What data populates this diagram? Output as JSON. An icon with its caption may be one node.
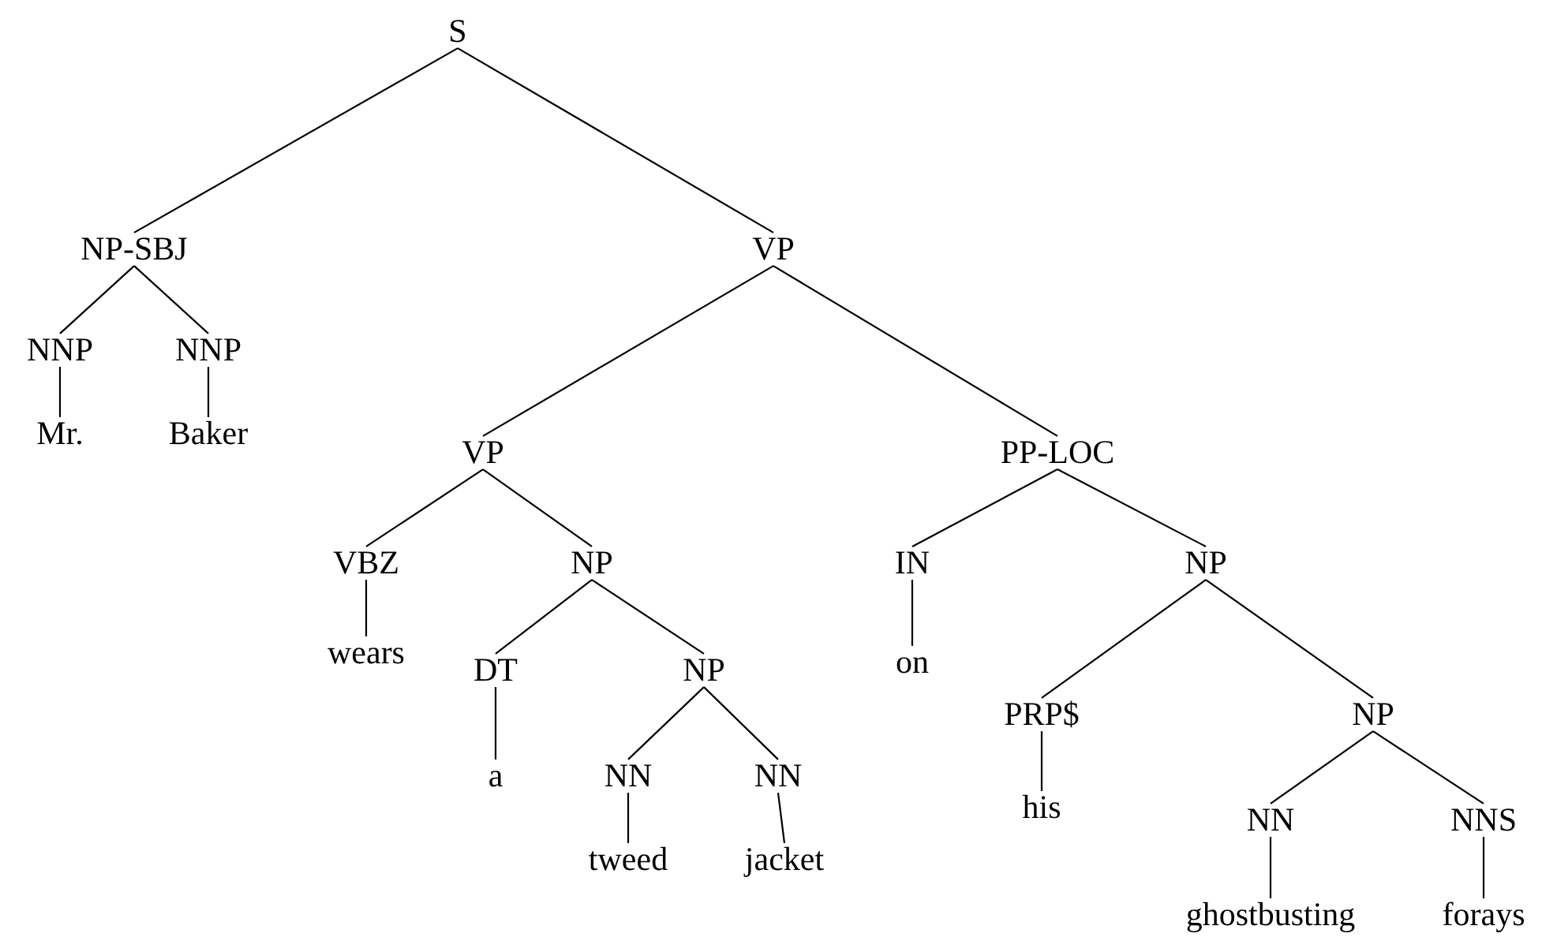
{
  "diagram": {
    "nodes": [
      {
        "text": [
          "S"
        ]
      },
      {
        "text": [
          "NP-SBJ"
        ]
      },
      {
        "text": [
          "VP"
        ]
      },
      {
        "text": [
          "NNP"
        ]
      },
      {
        "text": [
          "NNP"
        ]
      },
      {
        "text": [
          "Mr."
        ]
      },
      {
        "text": [
          "Baker"
        ]
      },
      {
        "text": [
          "VP"
        ]
      },
      {
        "text": [
          "PP-LOC"
        ]
      },
      {
        "text": [
          "VBZ"
        ]
      },
      {
        "text": [
          "NP"
        ]
      },
      {
        "text": [
          "IN"
        ]
      },
      {
        "text": [
          "NP"
        ]
      },
      {
        "text": [
          "wears"
        ]
      },
      {
        "text": [
          "DT"
        ]
      },
      {
        "text": [
          "NP"
        ]
      },
      {
        "text": [
          "on"
        ]
      },
      {
        "text": [
          "PRP$"
        ]
      },
      {
        "text": [
          "NP"
        ]
      },
      {
        "text": [
          "a"
        ]
      },
      {
        "text": [
          "NN"
        ]
      },
      {
        "text": [
          "NN"
        ]
      },
      {
        "text": [
          "his"
        ]
      },
      {
        "text": [
          "NN"
        ]
      },
      {
        "text": [
          "NNS"
        ]
      },
      {
        "text": [
          "tweed"
        ]
      },
      {
        "text": [
          "jacket"
        ]
      },
      {
        "text": [
          "ghostbusting"
        ]
      },
      {
        "text": [
          "forays"
        ]
      }
    ],
    "edges": [
      {
        "from": 0,
        "to": 1,
        "arrow": "none"
      },
      {
        "from": 0,
        "to": 2,
        "arrow": "none"
      },
      {
        "from": 1,
        "to": 3,
        "arrow": "none"
      },
      {
        "from": 1,
        "to": 4,
        "arrow": "none"
      },
      {
        "from": 3,
        "to": 5,
        "arrow": "none"
      },
      {
        "from": 4,
        "to": 6,
        "arrow": "none"
      },
      {
        "from": 2,
        "to": 7,
        "arrow": "none"
      },
      {
        "from": 2,
        "to": 8,
        "arrow": "none"
      },
      {
        "from": 7,
        "to": 9,
        "arrow": "none"
      },
      {
        "from": 7,
        "to": 10,
        "arrow": "none"
      },
      {
        "from": 9,
        "to": 13,
        "arrow": "none"
      },
      {
        "from": 10,
        "to": 14,
        "arrow": "none"
      },
      {
        "from": 10,
        "to": 15,
        "arrow": "none"
      },
      {
        "from": 14,
        "to": 19,
        "arrow": "none"
      },
      {
        "from": 15,
        "to": 20,
        "arrow": "none"
      },
      {
        "from": 15,
        "to": 21,
        "arrow": "none"
      },
      {
        "from": 20,
        "to": 25,
        "arrow": "none"
      },
      {
        "from": 21,
        "to": 26,
        "arrow": "none"
      },
      {
        "from": 8,
        "to": 11,
        "arrow": "none"
      },
      {
        "from": 8,
        "to": 12,
        "arrow": "none"
      },
      {
        "from": 11,
        "to": 16,
        "arrow": "none"
      },
      {
        "from": 12,
        "to": 17,
        "arrow": "none"
      },
      {
        "from": 12,
        "to": 18,
        "arrow": "none"
      },
      {
        "from": 17,
        "to": 22,
        "arrow": "none"
      },
      {
        "from": 18,
        "to": 23,
        "arrow": "none"
      },
      {
        "from": 18,
        "to": 24,
        "arrow": "none"
      },
      {
        "from": 23,
        "to": 27,
        "arrow": "none"
      },
      {
        "from": 24,
        "to": 28,
        "arrow": "none"
      }
    ]
  }
}
